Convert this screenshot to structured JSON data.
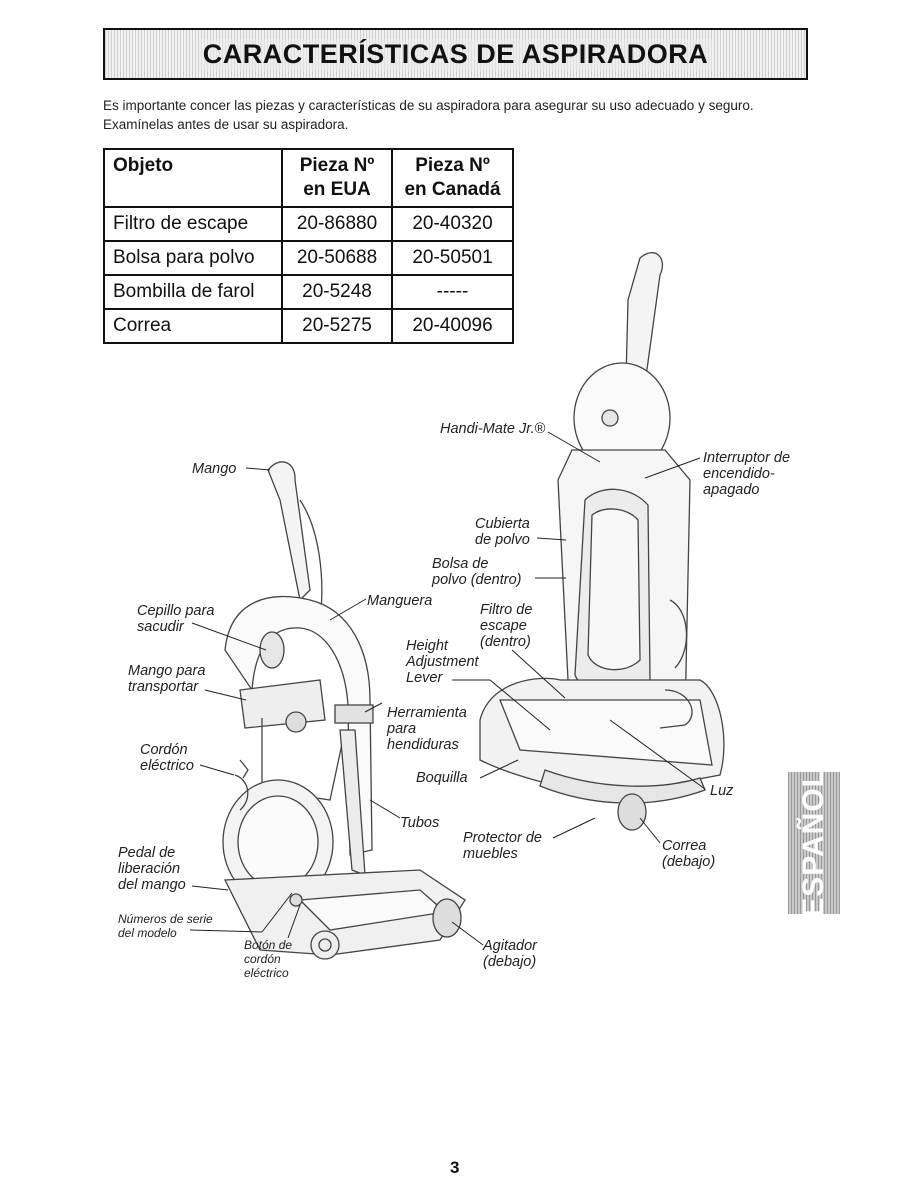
{
  "header": {
    "title": "CARACTERÍSTICAS DE ASPIRADORA"
  },
  "intro": {
    "line1": "Es importante concer las piezas y características de su aspiradora para asegurar su uso adecuado y seguro.",
    "line2": "Examínelas antes de usar su aspiradora."
  },
  "parts_table": {
    "headers": {
      "item": "Objeto",
      "us_1": "Pieza Nº",
      "us_2": "en EUA",
      "ca_1": "Pieza Nº",
      "ca_2": "en Canadá"
    },
    "rows": [
      {
        "item": "Filtro de escape",
        "us": "20-86880",
        "ca": "20-40320"
      },
      {
        "item": "Bolsa para polvo",
        "us": "20-50688",
        "ca": "20-50501"
      },
      {
        "item": "Bombilla de farol",
        "us": "20-5248",
        "ca": "-----"
      },
      {
        "item": "Correa",
        "us": "20-5275",
        "ca": "20-40096"
      }
    ]
  },
  "labels": {
    "handi_mate": "Handi-Mate Jr.®",
    "interruptor": "Interruptor de\nencendido-\napagado",
    "mango": "Mango",
    "cubierta": "Cubierta\nde polvo",
    "bolsa": "Bolsa de\npolvo (dentro)",
    "cepillo": "Cepillo para\nsacudir",
    "manguera": "Manguera",
    "filtro": "Filtro de\nescape\n(dentro)",
    "height": "Height\nAdjustment\nLever",
    "mango_transportar": "Mango para\ntransportar",
    "herramienta": "Herramienta\npara\nhendiduras",
    "cordon": "Cordón\neléctrico",
    "boquilla": "Boquilla",
    "luz": "Luz",
    "tubos": "Tubos",
    "protector": "Protector de\nmuebles",
    "correa": "Correa\n(debajo)",
    "pedal": "Pedal de\nliberación\ndel mango",
    "numeros": "Números de serie\ndel modelo",
    "boton": "Botón de\ncordón\neléctrico",
    "agitador": "Agitador\n(debajo)"
  },
  "side_tab": "ESPAÑOL",
  "page_number": "3"
}
